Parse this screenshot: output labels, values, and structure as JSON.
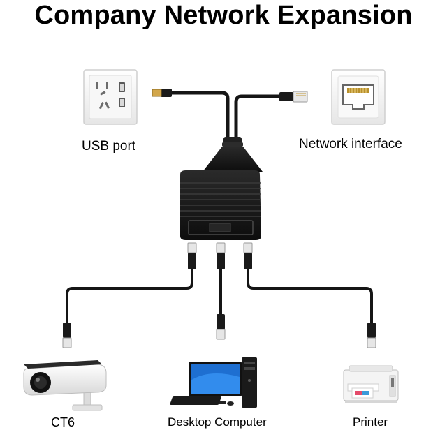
{
  "title": "Company Network Expansion",
  "labels": {
    "usb_port": "USB port",
    "network_interface": "Network interface",
    "ct6": "CT6",
    "desktop_computer": "Desktop Computer",
    "printer": "Printer"
  },
  "colors": {
    "cable": "#151515",
    "splitter": "#1c1c1c",
    "wall_plate": "#f2f2f2",
    "connector_metal": "#c9c9c9"
  },
  "icons": [
    "wall-socket-icon",
    "ethernet-jack-icon",
    "splitter-hub-icon",
    "security-camera-icon",
    "desktop-computer-icon",
    "printer-icon"
  ]
}
